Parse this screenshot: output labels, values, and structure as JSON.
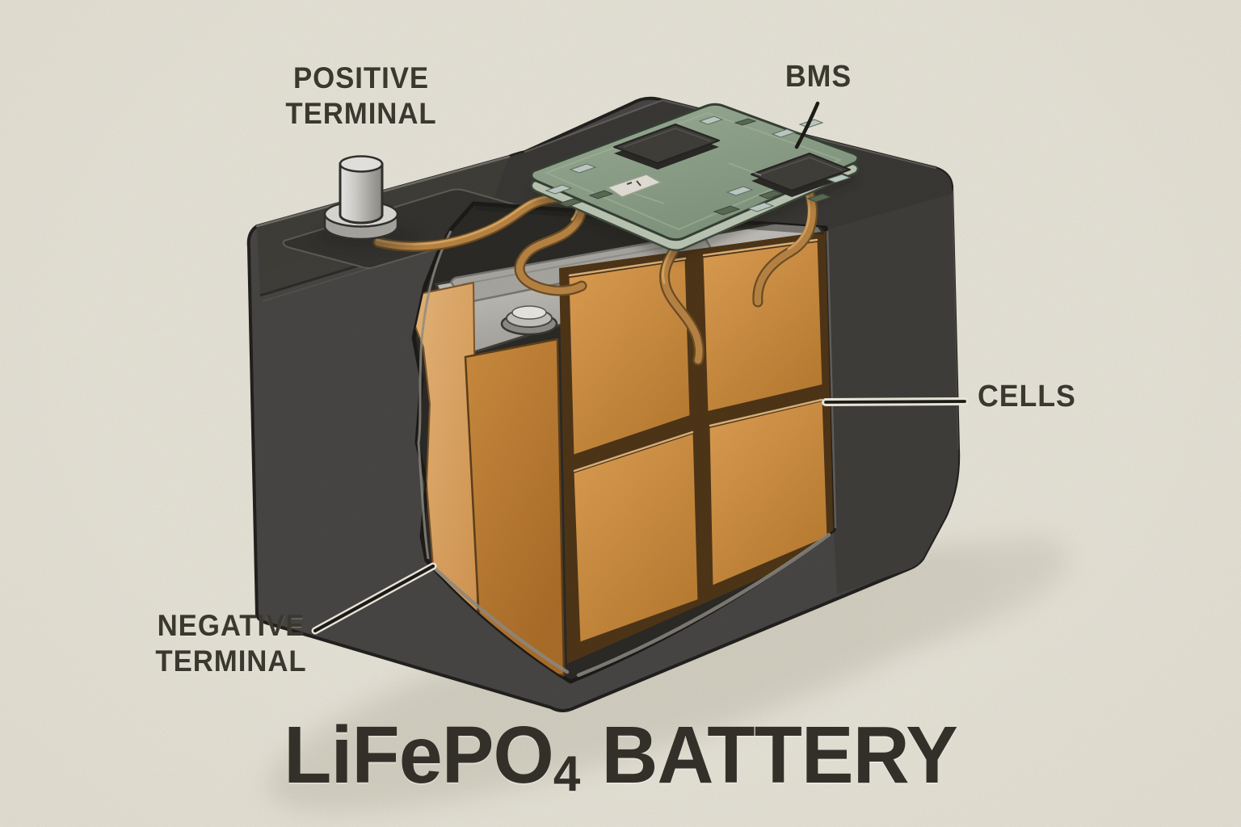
{
  "title": {
    "prefix": "LiFePO",
    "subscript": "4",
    "suffix": " BATTERY"
  },
  "labels": {
    "positive_terminal": {
      "line1": "POSITIVE",
      "line2": "TERMINAL"
    },
    "bms": {
      "text": "BMS"
    },
    "cells": {
      "text": "CELLS"
    },
    "negative_terminal": {
      "line1": "NEGATIVE",
      "line2": "TERMINAL"
    }
  },
  "scene": {
    "colors": {
      "background": "#EDEADE",
      "case": "#434140",
      "case_top": "#343230",
      "case_right": "#3A3836",
      "case_ledge_band": "#3A3834",
      "interior": "#242320",
      "outline": "#1A1917",
      "cell_gap": "#4A2F10",
      "cell_orange": "#D49140",
      "cell_orange_light": "#E9B168",
      "cell_orange_dark": "#B3742B",
      "cell_cut_face": "#ECB573",
      "cell_top_silver": "#C9C7C2",
      "pcb": "#8FA58C",
      "pcb_edge": "#BFCBB8",
      "chip": "#3A3935",
      "label_plate": "#EAE7DE",
      "copper": "#BC8440",
      "copper_dark": "#6B4A1E",
      "copper_light": "#E2AC63",
      "terminal_silver": "#D9D7D3",
      "leader": "#16140F",
      "leader_halo": "#F4F1E6",
      "ground_shadow": "#D6D3C5",
      "label_text": "#3B382F",
      "title_text": "#33302A"
    }
  }
}
